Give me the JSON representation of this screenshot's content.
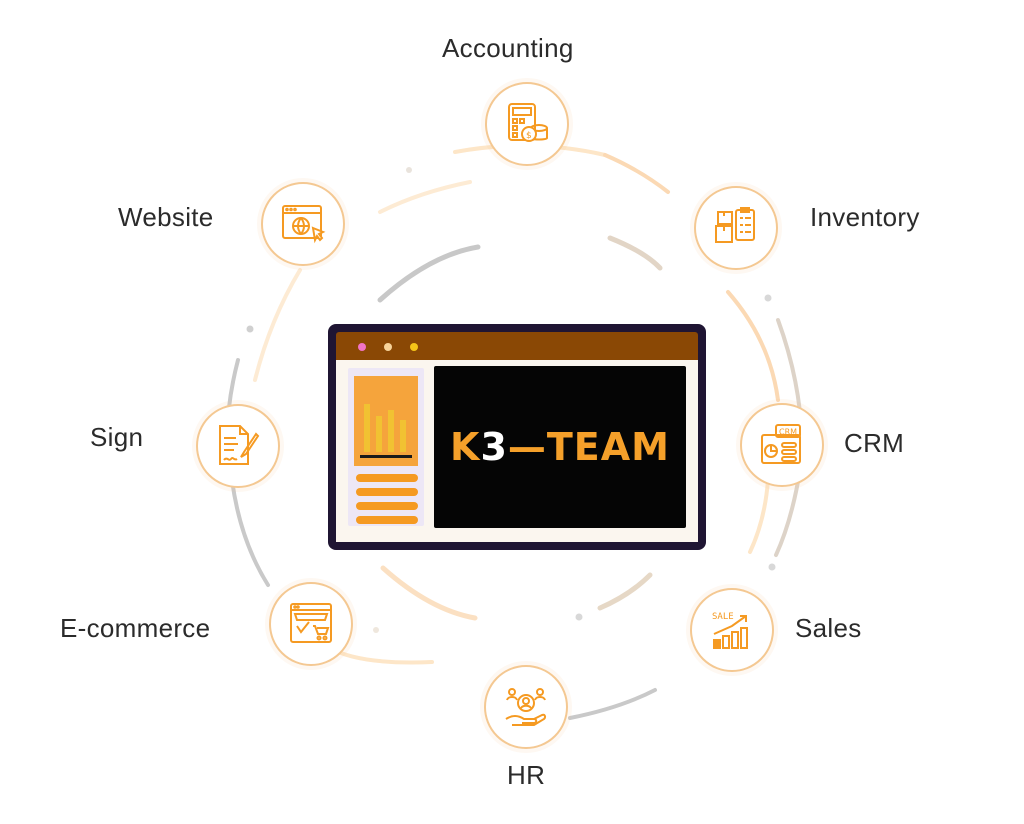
{
  "center": {
    "brand_prefix": "K",
    "brand_digit": "3",
    "brand_suffix": "—TEAM",
    "window_dots": [
      "#f173c6",
      "#f7d39a",
      "#f5c518"
    ]
  },
  "modules": [
    {
      "id": "accounting",
      "label": "Accounting",
      "icon": "calculator-coins-icon"
    },
    {
      "id": "inventory",
      "label": "Inventory",
      "icon": "boxes-clipboard-icon"
    },
    {
      "id": "crm",
      "label": "CRM",
      "icon": "crm-dashboard-icon"
    },
    {
      "id": "sales",
      "label": "Sales",
      "icon": "sales-growth-chart-icon"
    },
    {
      "id": "hr",
      "label": "HR",
      "icon": "people-hand-icon"
    },
    {
      "id": "ecommerce",
      "label": "E-commerce",
      "icon": "storefront-cart-icon"
    },
    {
      "id": "sign",
      "label": "Sign",
      "icon": "document-pen-icon"
    },
    {
      "id": "website",
      "label": "Website",
      "icon": "browser-globe-cursor-icon"
    }
  ],
  "colors": {
    "accent": "#f59a22",
    "ring_light": "#fde6c8",
    "ring_gray": "#c7c7c7",
    "titlebar": "#8a4805",
    "frame": "#1f1533"
  }
}
